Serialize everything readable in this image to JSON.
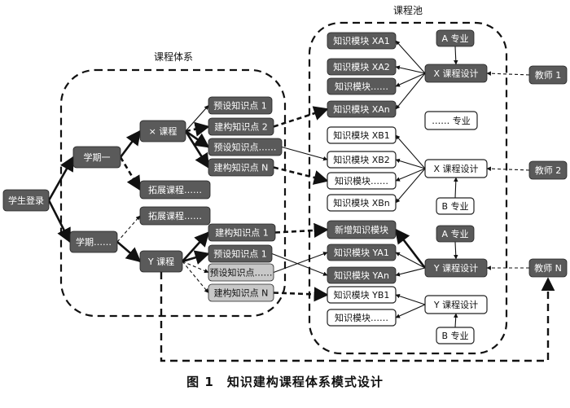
{
  "labels": {
    "course_system": "课程体系",
    "course_pool": "课程池"
  },
  "caption": "图 1　知识建构课程体系模式设计",
  "nodes": {
    "student_login": "学生登录",
    "semester_1": "学期一",
    "semester_more": "学期……",
    "x_course": "× 课程",
    "y_course": "Y 课程",
    "ext_course_a": "拓展课程……",
    "ext_course_b": "拓展课程……",
    "x_preset_1": "预设知识点 1",
    "x_construct_2": "建构知识点 2",
    "x_preset_more": "预设知识点……",
    "x_construct_n": "建构知识点 N",
    "y_construct_1": "建构知识点 1",
    "y_preset_1": "预设知识点 1",
    "y_preset_more": "预设知识点……",
    "y_construct_n": "建构知识点 N",
    "m_xa1": "知识模块 XA1",
    "m_xa2": "知识模块 XA2",
    "m_xa_more": "知识模块……",
    "m_xan": "知识模块 XAn",
    "m_xb1": "知识模块 XB1",
    "m_xb2": "知识模块 XB2",
    "m_xb_more": "知识模块……",
    "m_xbn": "知识模块 XBn",
    "m_new": "新增知识模块",
    "m_ya1": "知识模块 YA1",
    "m_yan": "知识模块 YAn",
    "m_yb1": "知识模块 YB1",
    "m_yb_more": "知识模块……",
    "major_a_x": "A 专业",
    "major_more": "…… 专业",
    "major_b_x": "B 专业",
    "major_a_y": "A 专业",
    "major_b_y": "B 专业",
    "xdesign_1": "X 课程设计",
    "xdesign_2": "X 课程设计",
    "ydesign_1": "Y 课程设计",
    "ydesign_2": "Y 课程设计",
    "teacher_1": "教师 1",
    "teacher_2": "教师 2",
    "teacher_n": "教师 N"
  },
  "colors": {
    "dark_node": "#5a5a5a",
    "light_node": "#c8c8c8",
    "white_node": "#ffffff",
    "line": "#111111"
  }
}
